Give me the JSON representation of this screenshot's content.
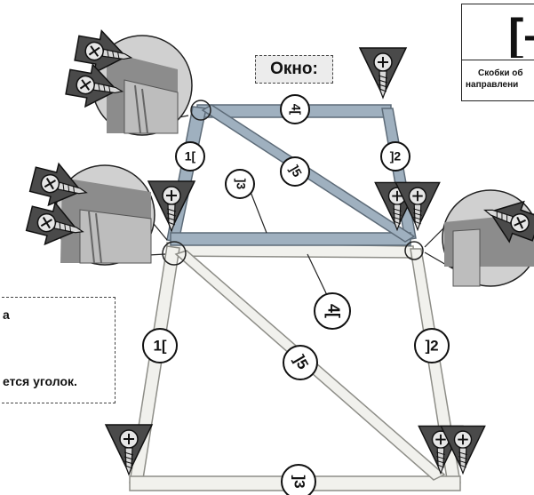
{
  "title": "Окно:",
  "note": {
    "line1": "а",
    "line2": "ется уголок."
  },
  "legend": {
    "symbol": "[–",
    "line1": "Скобки об",
    "line2": "направлени"
  },
  "labels": {
    "top_beam": "4[",
    "top_left": "1[",
    "top_right": "]2",
    "top_mid": "]3",
    "top_diag": "]5",
    "bottom_beam": "4[",
    "bottom_left": "1[",
    "bottom_right": "]2",
    "bottom_diag": "]5",
    "bottom_mid": "]3"
  },
  "colors": {
    "frame_top": "#9fb0bf",
    "frame_top_dark": "#6f7f8e",
    "frame_bottom": "#f1f1ed",
    "frame_bottom_edge": "#8e8e88",
    "arrow_fill": "#4a4a4a",
    "callout_fill": "#dcdcdc",
    "window_label_bg": "#ececec"
  }
}
